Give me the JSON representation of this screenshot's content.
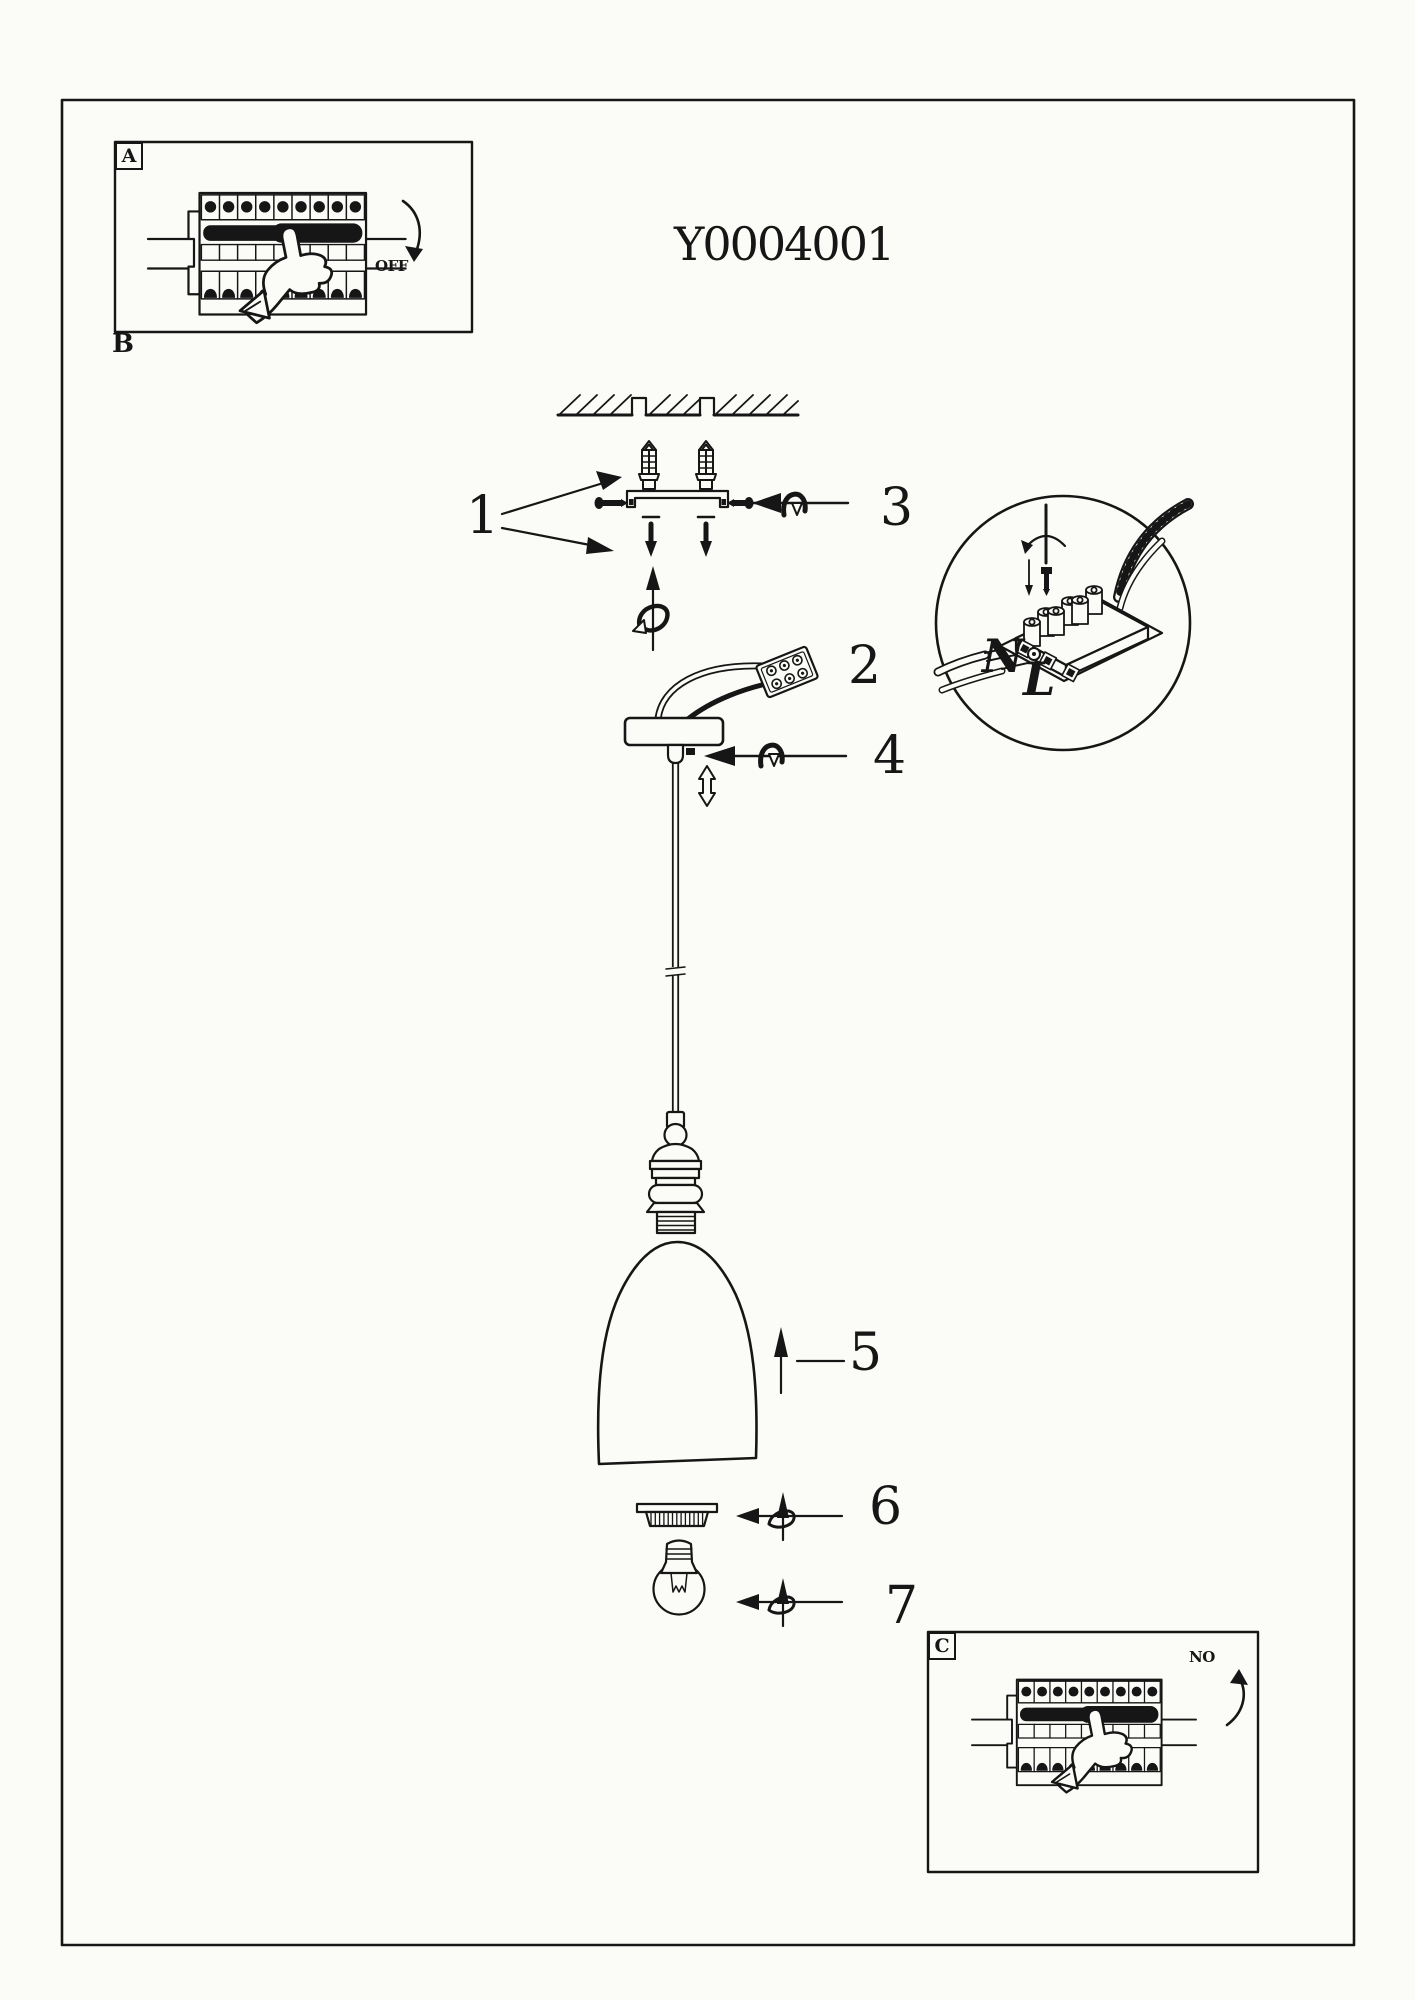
{
  "title": "Y0004001",
  "inset_a": {
    "corner_label": "A",
    "bottom_label": "B",
    "switch_label": "OFF"
  },
  "inset_c": {
    "corner_label": "C",
    "switch_label": "NO"
  },
  "steps": [
    "1",
    "2",
    "3",
    "4",
    "5",
    "6",
    "7"
  ],
  "detail_view": {
    "neutral": "N",
    "live": "L"
  }
}
